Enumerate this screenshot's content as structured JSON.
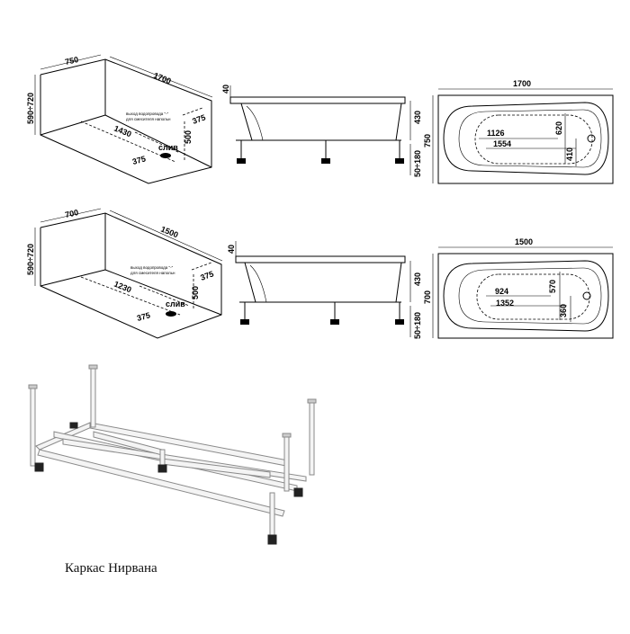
{
  "caption": "Каркас Нирвана",
  "drain_label": "слив",
  "outlet_note_line1": "выход водопровода \"-\"",
  "outlet_note_line2": "для смесителя напольн",
  "tub1": {
    "width": "750",
    "length": "1700",
    "height": "590÷720",
    "inner_length": "1430",
    "drain_offset": "375",
    "side_depth": "500",
    "drain_side": "375",
    "rim": "40",
    "body_height": "430",
    "leg_height": "50÷180",
    "top_length": "1700",
    "top_width": "750",
    "inner_a": "1126",
    "inner_b": "1554",
    "inner_c": "620",
    "inner_d": "410"
  },
  "tub2": {
    "width": "700",
    "length": "1500",
    "height": "590÷720",
    "inner_length": "1230",
    "drain_offset": "375",
    "side_depth": "500",
    "drain_side": "375",
    "rim": "40",
    "body_height": "430",
    "leg_height": "50÷180",
    "top_length": "1500",
    "top_width": "700",
    "inner_a": "924",
    "inner_b": "1352",
    "inner_c": "570",
    "inner_d": "360"
  }
}
